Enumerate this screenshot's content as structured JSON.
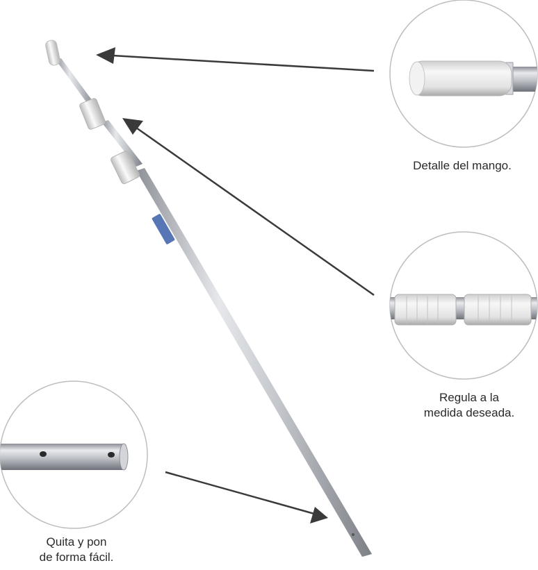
{
  "captions": {
    "mango": "Detalle del mango.",
    "regula_line1": "Regula a la",
    "regula_line2": "medida deseada.",
    "quita_line1": "Quita y pon",
    "quita_line2": "de forma fácil."
  },
  "colors": {
    "background": "#ffffff",
    "pole": "#b9bcc2",
    "grip": "#eeeeee",
    "arrow": "#3a3a3a",
    "circle_border": "#bdbdbd"
  }
}
